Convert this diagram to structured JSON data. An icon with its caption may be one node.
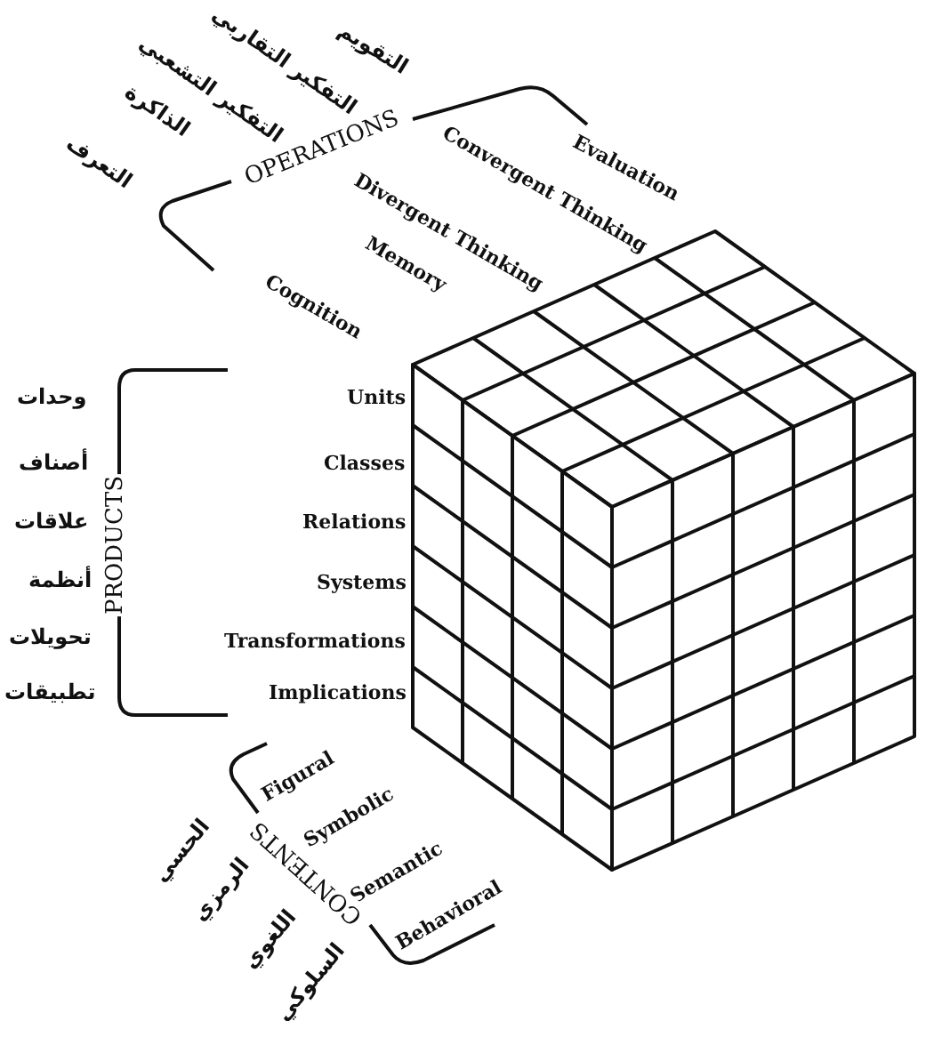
{
  "diagram": {
    "labels": [
      "التقويم",
      "التفكير التقاربي",
      "التفكير التشعبي",
      "الذاكرة",
      "التعرف",
      "OPERATIONS",
      "Evaluation",
      "Convergent Thinking",
      "Divergent Thinking",
      "Memory",
      "Cognition",
      "PRODUCTS",
      "وحدات",
      "Units",
      "أصناف",
      "Classes",
      "علاقات",
      "Relations",
      "أنظمة",
      "Systems",
      "تحويلات",
      "Transformations",
      "تطبيقات",
      "Implications",
      "Figural",
      "Symbolic",
      "Semantic",
      "Behavioral",
      "CONTENTS",
      "الحسي",
      "الرمزي",
      "اللغوي",
      "السلوكي"
    ]
  }
}
